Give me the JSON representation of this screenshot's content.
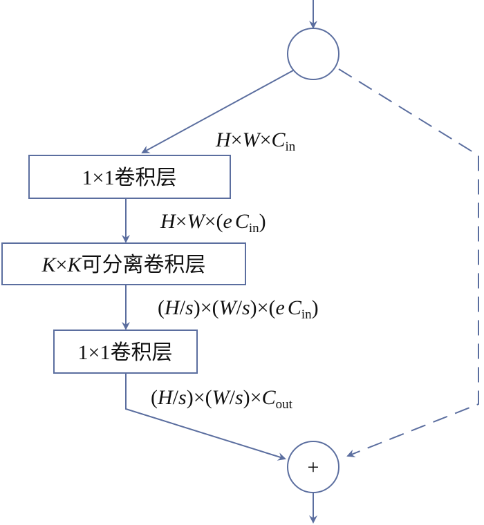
{
  "colors": {
    "line": "#5b6e9f",
    "text": "#111111"
  },
  "boxes": [
    {
      "label": "1×1卷积层"
    },
    {
      "label_k1": "K",
      "label_x": "×",
      "label_k2": "K",
      "label_rest": "可分离卷积层"
    },
    {
      "label": "1×1卷积层"
    }
  ],
  "labels": {
    "l1": {
      "a": "H",
      "x1": "×",
      "b": "W",
      "x2": "×",
      "c": "C",
      "sub": "in"
    },
    "l2": {
      "a": "H",
      "x1": "×",
      "b": "W",
      "x2": "×(",
      "e": "e",
      "c": "C",
      "sub": "in",
      "close": ")"
    },
    "l3": {
      "p1": "(",
      "a": "H",
      "s1": "/",
      "s": "s",
      "p2": ")×(",
      "b": "W",
      "s2": "/",
      "s_b": "s",
      "p3": ")×(",
      "e": "e",
      "c": "C",
      "sub": "in",
      "close": ")"
    },
    "l4": {
      "p1": "(",
      "a": "H",
      "s1": "/",
      "s": "s",
      "p2": ")×(",
      "b": "W",
      "s2": "/",
      "s_b": "s",
      "p3": ")×",
      "c": "C",
      "sub": "out"
    }
  },
  "add_node": {
    "symbol": "+"
  }
}
